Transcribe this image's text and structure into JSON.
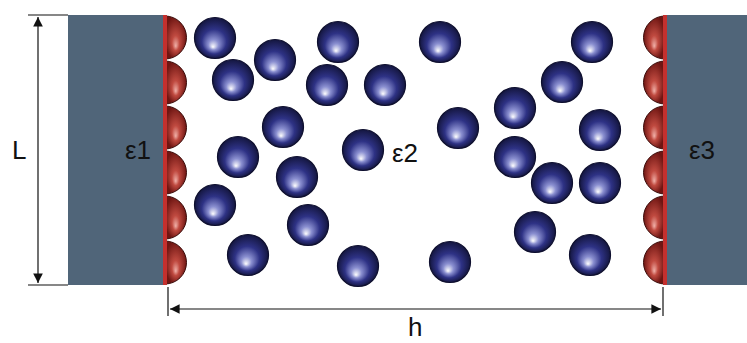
{
  "diagram": {
    "nodes": [
      {
        "text": [
          "ε1"
        ]
      },
      {
        "text": [
          "ε3"
        ]
      }
    ],
    "labels": [
      "L",
      "ε2",
      "h"
    ]
  }
}
